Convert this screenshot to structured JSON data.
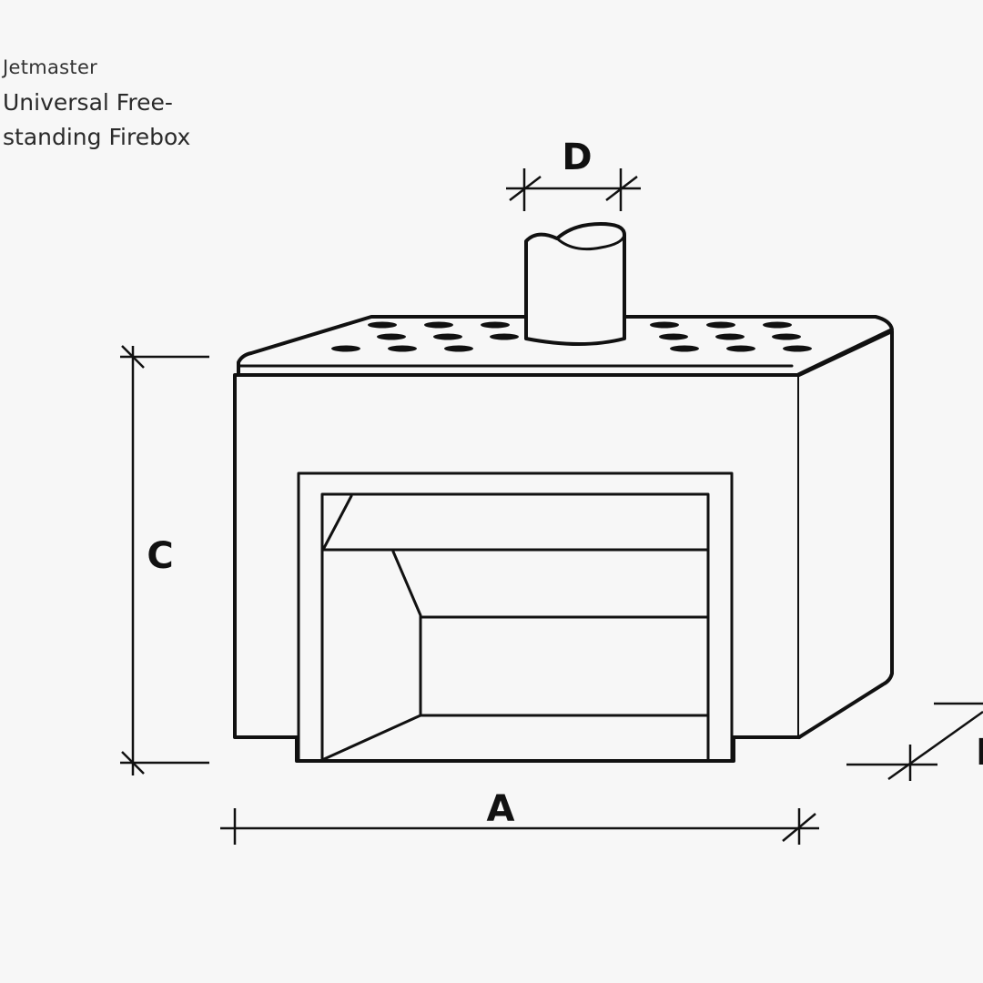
{
  "header": {
    "brand": "Jetmaster",
    "title": "Universal Free-standing Firebox"
  },
  "diagram": {
    "dimension_labels": {
      "width": "A",
      "depth": "B",
      "height": "C",
      "flue_diameter": "D"
    },
    "line_color": "#111111",
    "background": "#f7f7f7"
  }
}
